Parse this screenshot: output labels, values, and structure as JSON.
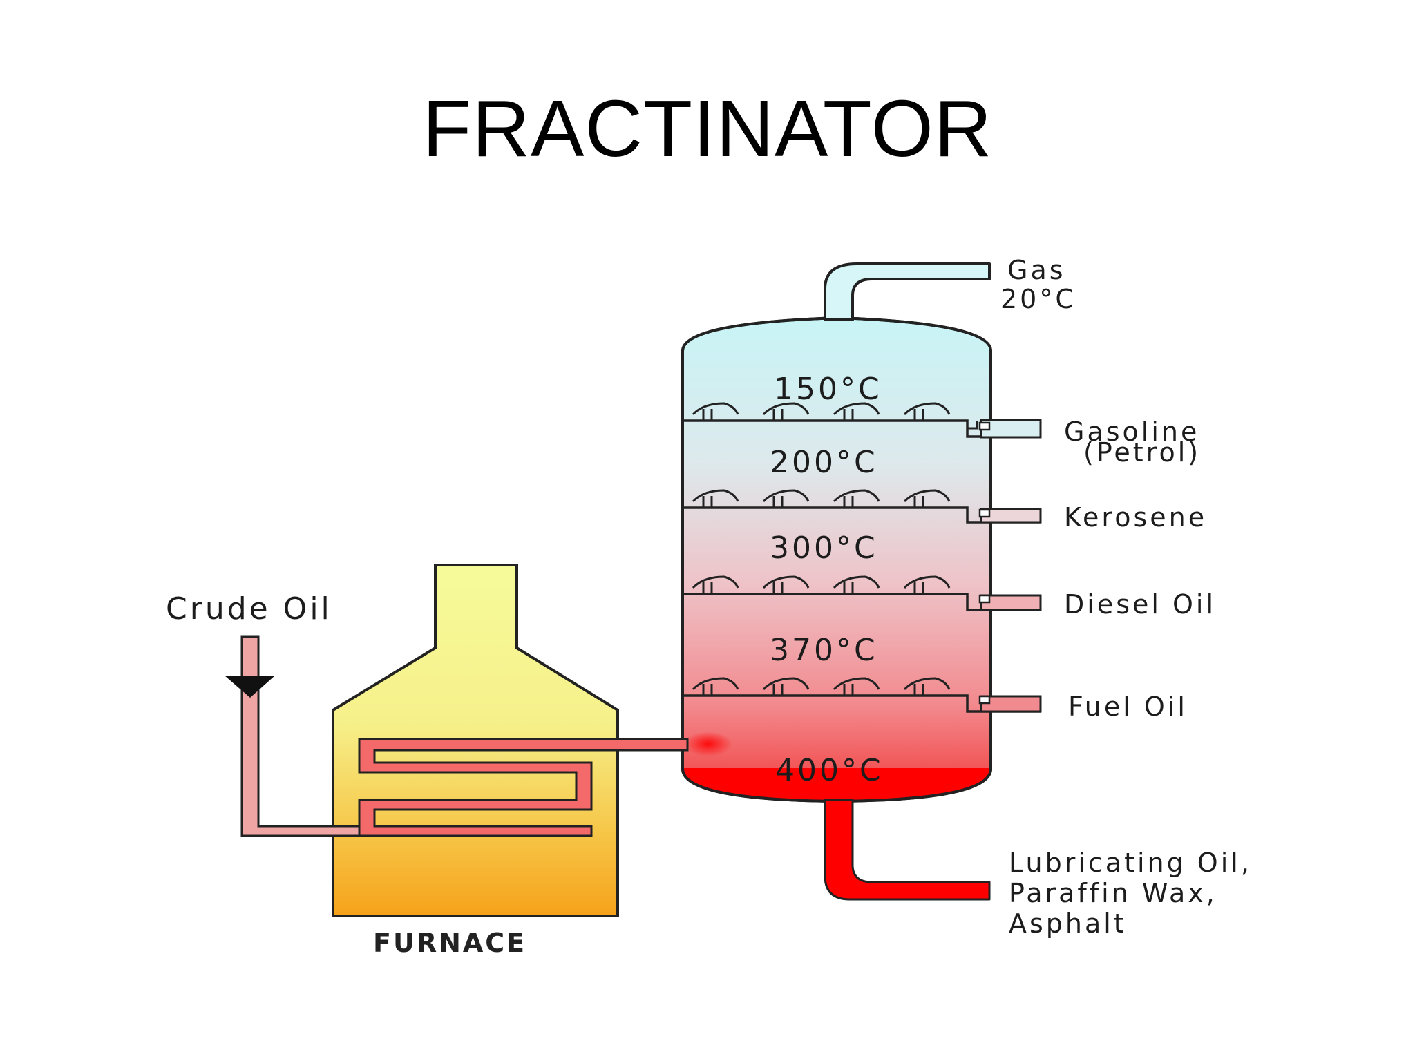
{
  "title": "FRACTINATOR",
  "diagram": {
    "crude_oil_label": "Crude Oil",
    "furnace_label": "FURNACE",
    "gas": {
      "name": "Gas",
      "temp": "20°C"
    },
    "column_temperatures": [
      "150°C",
      "200°C",
      "300°C",
      "370°C",
      "400°C"
    ],
    "fractions": [
      {
        "line1": "Gasoline",
        "line2": "(Petrol)"
      },
      {
        "line1": "Kerosene"
      },
      {
        "line1": "Diesel Oil"
      },
      {
        "line1": "Fuel Oil"
      }
    ],
    "bottom_products": [
      "Lubricating Oil,",
      "Paraffin Wax,",
      "Asphalt"
    ]
  },
  "colors": {
    "column_top": "#c8f4f6",
    "column_bottom": "#f23b3b",
    "residue_red": "#ff0000",
    "furnace_top": "#f6fb9a",
    "furnace_bottom": "#f6a21a",
    "feed_pipe": "#f0a5a5",
    "coil": "#f46a6a"
  }
}
